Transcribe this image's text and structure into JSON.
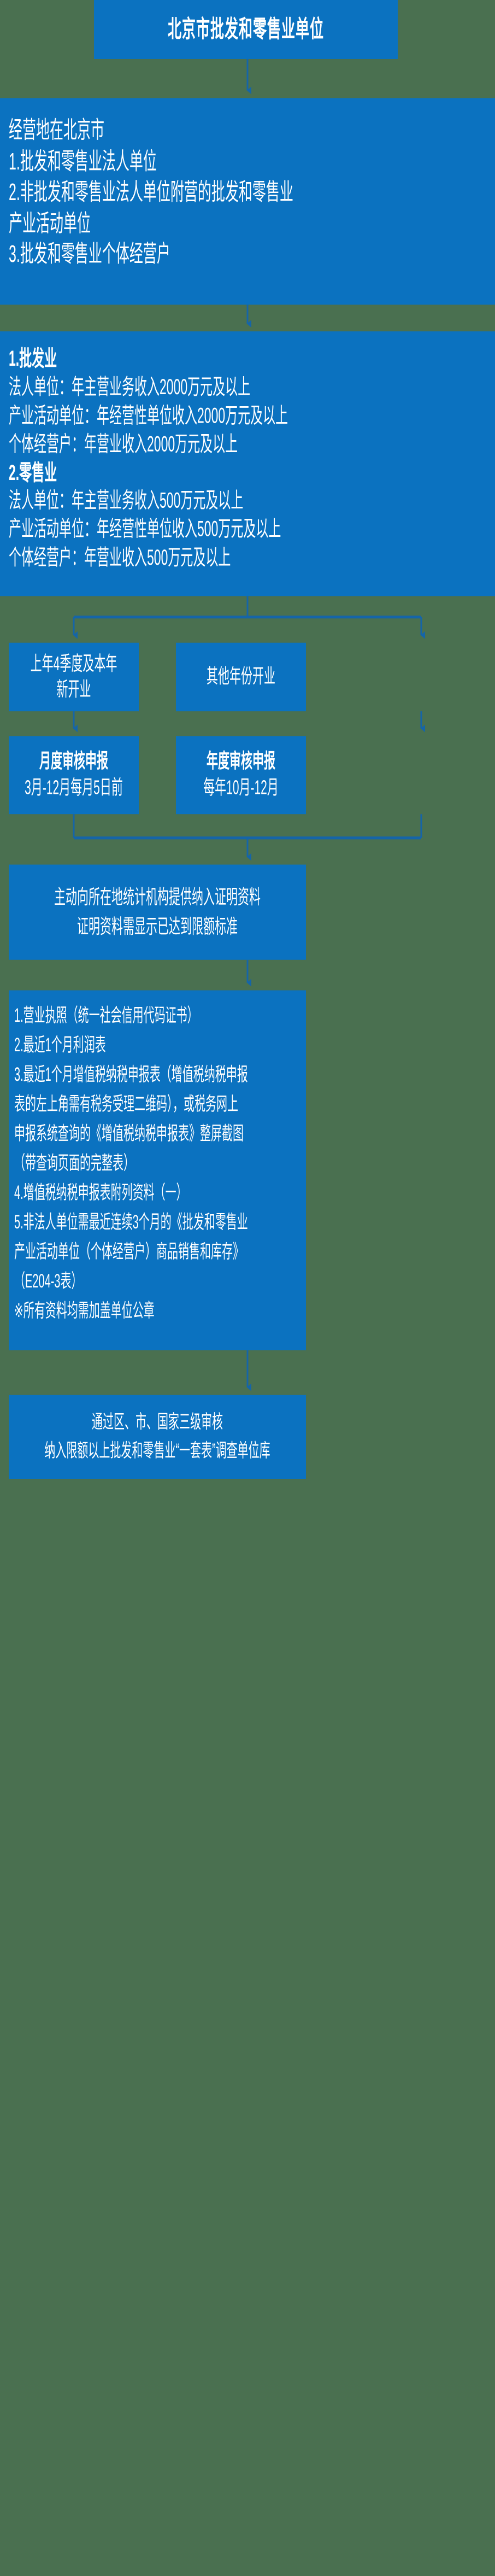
{
  "theme": {
    "background": "#4a7050",
    "box_fill": "#0b72c0",
    "text_color": "#ffffff",
    "connector_color": "#1565a8"
  },
  "header": {
    "title": "北京市批发和零售业单位"
  },
  "scope": {
    "lines": [
      "经营地在北京市",
      "1.批发和零售业法人单位",
      "2.非批发和零售业法人单位附营的批发和零售业",
      "产业活动单位",
      "3.批发和零售业个体经营户"
    ]
  },
  "criteria": {
    "wholesale_heading": "1.批发业",
    "wholesale_lines": [
      "法人单位：年主营业务收入2000万元及以上",
      "产业活动单位：年经营性单位收入2000万元及以上",
      "个体经营户：年营业收入2000万元及以上"
    ],
    "retail_heading": "2.零售业",
    "retail_lines": [
      "法人单位：年主营业务收入500万元及以上",
      "产业活动单位：年经营性单位收入500万元及以上",
      "个体经营户：年营业收入500万元及以上"
    ]
  },
  "branches": {
    "left": {
      "condition_lines": [
        "上年4季度及本年",
        "新开业"
      ],
      "declare_title": "月度审核申报",
      "declare_detail": "3月-12月每月5日前"
    },
    "right": {
      "condition_lines": [
        "其他年份开业"
      ],
      "declare_title": "年度审核申报",
      "declare_detail": "每年10月-12月"
    }
  },
  "submit": {
    "lines": [
      "主动向所在地统计机构提供纳入证明资料",
      "证明资料需显示已达到限额标准"
    ]
  },
  "documents": {
    "lines": [
      "1.营业执照（统一社会信用代码证书）",
      "2.最近1个月利润表",
      "3.最近1个月增值税纳税申报表（增值税纳税申报",
      "表的左上角需有税务受理二维码），或税务网上",
      "申报系统查询的《增值税纳税申报表》整屏截图",
      "（带查询页面的完整表）",
      "4.增值税纳税申报表附列资料（一）",
      "5.非法人单位需最近连续3个月的《批发和零售业",
      "产业活动单位（个体经营户）商品销售和库存》",
      "（E204-3表）",
      "※所有资料均需加盖单位公章"
    ]
  },
  "final": {
    "lines": [
      "通过区、市、国家三级审核",
      "纳入限额以上批发和零售业“一套表”调查单位库"
    ]
  }
}
